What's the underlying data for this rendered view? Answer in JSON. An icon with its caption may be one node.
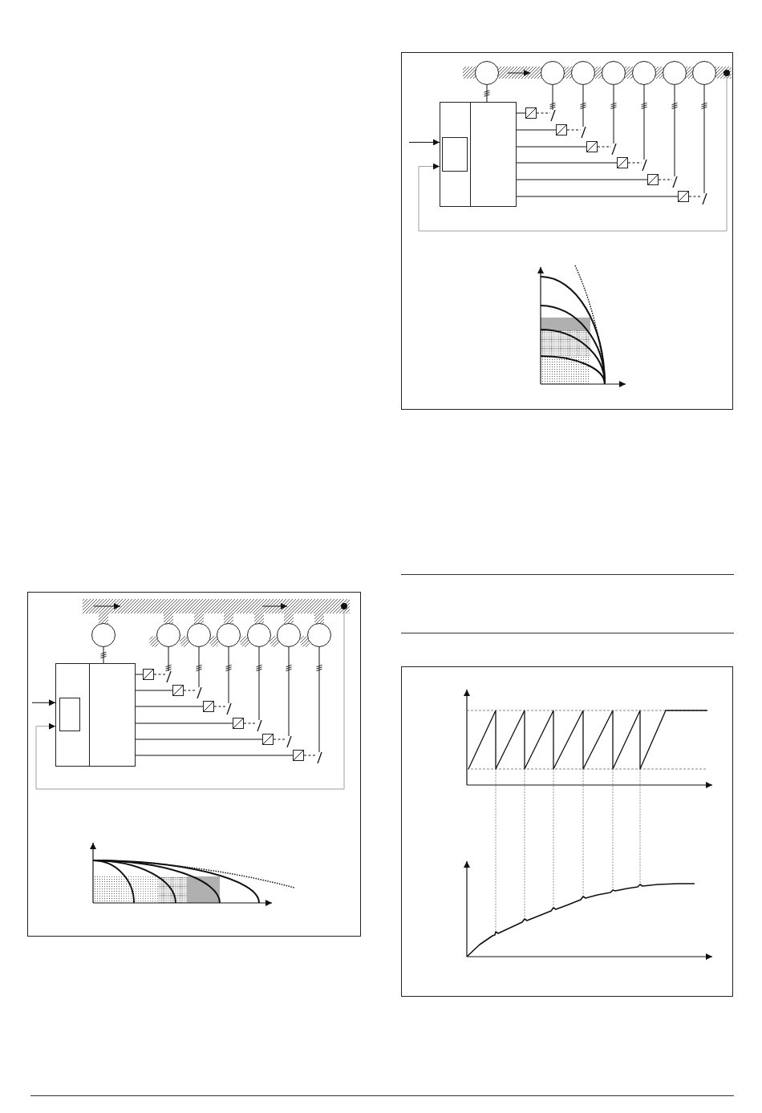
{
  "diagram": {
    "nodes": [
      {
        "text": [],
        "shape": "box"
      },
      {
        "text": [],
        "shape": "box",
        "in": 0
      },
      {
        "text": [],
        "shape": "circle"
      },
      {
        "text": [],
        "shape": "circle"
      },
      {
        "text": [],
        "shape": "circle"
      },
      {
        "text": [],
        "shape": "circle"
      },
      {
        "text": [],
        "shape": "circle"
      },
      {
        "text": [],
        "shape": "circle"
      },
      {
        "text": [],
        "shape": "circle"
      },
      {
        "text": [],
        "shape": "box"
      },
      {
        "text": [],
        "shape": "box"
      },
      {
        "text": [],
        "shape": "box"
      },
      {
        "text": [],
        "shape": "box"
      },
      {
        "text": [],
        "shape": "box"
      },
      {
        "text": [],
        "shape": "box"
      },
      {
        "text": [],
        "shape": "switch"
      },
      {
        "text": [],
        "shape": "switch"
      },
      {
        "text": [],
        "shape": "switch"
      },
      {
        "text": [],
        "shape": "switch"
      },
      {
        "text": [],
        "shape": "switch"
      },
      {
        "text": [],
        "shape": "switch"
      },
      {
        "text": [],
        "shape": "circle"
      },
      {
        "text": [],
        "shape": "box"
      },
      {
        "text": [],
        "shape": "box",
        "in": 22
      },
      {
        "text": [],
        "shape": "circle"
      },
      {
        "text": [],
        "shape": "circle"
      },
      {
        "text": [],
        "shape": "circle"
      },
      {
        "text": [],
        "shape": "circle"
      },
      {
        "text": [],
        "shape": "circle"
      },
      {
        "text": [],
        "shape": "circle"
      },
      {
        "text": [],
        "shape": "circle"
      },
      {
        "text": [],
        "shape": "box"
      },
      {
        "text": [],
        "shape": "box"
      },
      {
        "text": [],
        "shape": "box"
      },
      {
        "text": [],
        "shape": "box"
      },
      {
        "text": [],
        "shape": "box"
      },
      {
        "text": [],
        "shape": "box"
      },
      {
        "text": [],
        "shape": "switch"
      },
      {
        "text": [],
        "shape": "switch"
      },
      {
        "text": [],
        "shape": "switch"
      },
      {
        "text": [],
        "shape": "switch"
      },
      {
        "text": [],
        "shape": "switch"
      },
      {
        "text": [],
        "shape": "switch"
      },
      {
        "text": [],
        "shape": "circle"
      }
    ],
    "edges": [
      {
        "from": null,
        "to": 0,
        "arrow": "to"
      },
      {
        "from": 21,
        "to": 0,
        "arrow": "to",
        "color": "#9e9e9e"
      },
      {
        "from": 0,
        "to": 2,
        "arrow": "none"
      },
      {
        "from": 0,
        "to": 9,
        "arrow": "none"
      },
      {
        "from": 9,
        "to": 15,
        "arrow": "none",
        "style": "dashed"
      },
      {
        "from": 15,
        "to": 3,
        "arrow": "none"
      },
      {
        "from": 0,
        "to": 10,
        "arrow": "none"
      },
      {
        "from": 10,
        "to": 16,
        "arrow": "none",
        "style": "dashed"
      },
      {
        "from": 16,
        "to": 4,
        "arrow": "none"
      },
      {
        "from": 0,
        "to": 11,
        "arrow": "none"
      },
      {
        "from": 11,
        "to": 17,
        "arrow": "none",
        "style": "dashed"
      },
      {
        "from": 17,
        "to": 5,
        "arrow": "none"
      },
      {
        "from": 0,
        "to": 12,
        "arrow": "none"
      },
      {
        "from": 12,
        "to": 18,
        "arrow": "none",
        "style": "dashed"
      },
      {
        "from": 18,
        "to": 6,
        "arrow": "none"
      },
      {
        "from": 0,
        "to": 13,
        "arrow": "none"
      },
      {
        "from": 13,
        "to": 19,
        "arrow": "none",
        "style": "dashed"
      },
      {
        "from": 19,
        "to": 7,
        "arrow": "none"
      },
      {
        "from": 0,
        "to": 14,
        "arrow": "none"
      },
      {
        "from": 14,
        "to": 20,
        "arrow": "none",
        "style": "dashed"
      },
      {
        "from": 20,
        "to": 8,
        "arrow": "none"
      },
      {
        "from": null,
        "to": 22,
        "arrow": "to"
      },
      {
        "from": 43,
        "to": 22,
        "arrow": "to",
        "color": "#9e9e9e"
      },
      {
        "from": 22,
        "to": 24,
        "arrow": "none"
      },
      {
        "from": 22,
        "to": 31,
        "arrow": "none"
      },
      {
        "from": 31,
        "to": 37,
        "arrow": "none",
        "style": "dashed"
      },
      {
        "from": 37,
        "to": 25,
        "arrow": "none"
      },
      {
        "from": 22,
        "to": 32,
        "arrow": "none"
      },
      {
        "from": 32,
        "to": 38,
        "arrow": "none",
        "style": "dashed"
      },
      {
        "from": 38,
        "to": 26,
        "arrow": "none"
      },
      {
        "from": 22,
        "to": 33,
        "arrow": "none"
      },
      {
        "from": 33,
        "to": 39,
        "arrow": "none",
        "style": "dashed"
      },
      {
        "from": 39,
        "to": 27,
        "arrow": "none"
      },
      {
        "from": 22,
        "to": 34,
        "arrow": "none"
      },
      {
        "from": 34,
        "to": 40,
        "arrow": "none",
        "style": "dashed"
      },
      {
        "from": 40,
        "to": 28,
        "arrow": "none"
      },
      {
        "from": 22,
        "to": 35,
        "arrow": "none"
      },
      {
        "from": 35,
        "to": 41,
        "arrow": "none",
        "style": "dashed"
      },
      {
        "from": 41,
        "to": 29,
        "arrow": "none"
      },
      {
        "from": 22,
        "to": 36,
        "arrow": "none"
      },
      {
        "from": 36,
        "to": 42,
        "arrow": "none",
        "style": "dashed"
      },
      {
        "from": 42,
        "to": 30,
        "arrow": "none"
      }
    ]
  }
}
